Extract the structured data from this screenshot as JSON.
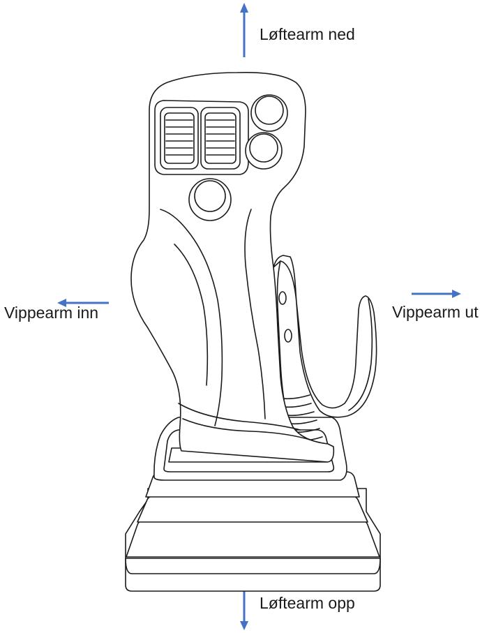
{
  "labels": {
    "up": "Løftearm ned",
    "down": "Løftearm opp",
    "left": "Vippearm inn",
    "right": "Vippearm ut"
  },
  "colors": {
    "arrow": "#4472C4",
    "outline": "#1a1a1a",
    "background": "#ffffff"
  },
  "icons": {
    "joystick": "joystick-icon",
    "arrows": [
      "arrow-up-icon",
      "arrow-down-icon",
      "arrow-left-icon",
      "arrow-right-icon"
    ]
  }
}
